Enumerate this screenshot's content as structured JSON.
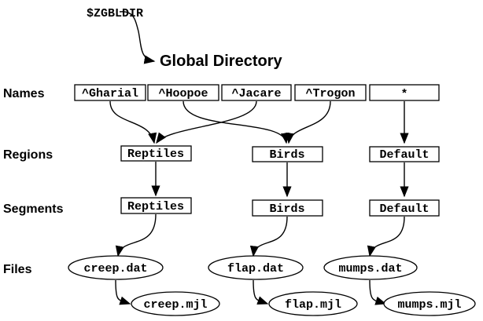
{
  "env_var": "$ZGBLDIR",
  "title": "Global Directory",
  "row_labels": {
    "names": "Names",
    "regions": "Regions",
    "segments": "Segments",
    "files": "Files"
  },
  "names": [
    "^Gharial",
    "^Hoopoe",
    "^Jacare",
    "^Trogon",
    "*"
  ],
  "regions": [
    "Reptiles",
    "Birds",
    "Default"
  ],
  "segments": [
    "Reptiles",
    "Birds",
    "Default"
  ],
  "files": [
    "creep.dat",
    "flap.dat",
    "mumps.dat"
  ],
  "journals": [
    "creep.mjl",
    "flap.mjl",
    "mumps.mjl"
  ],
  "mappings": [
    {
      "name": "^Gharial",
      "region": "Reptiles"
    },
    {
      "name": "^Hoopoe",
      "region": "Birds"
    },
    {
      "name": "^Jacare",
      "region": "Reptiles"
    },
    {
      "name": "^Trogon",
      "region": "Birds"
    },
    {
      "name": "*",
      "region": "Default"
    }
  ]
}
